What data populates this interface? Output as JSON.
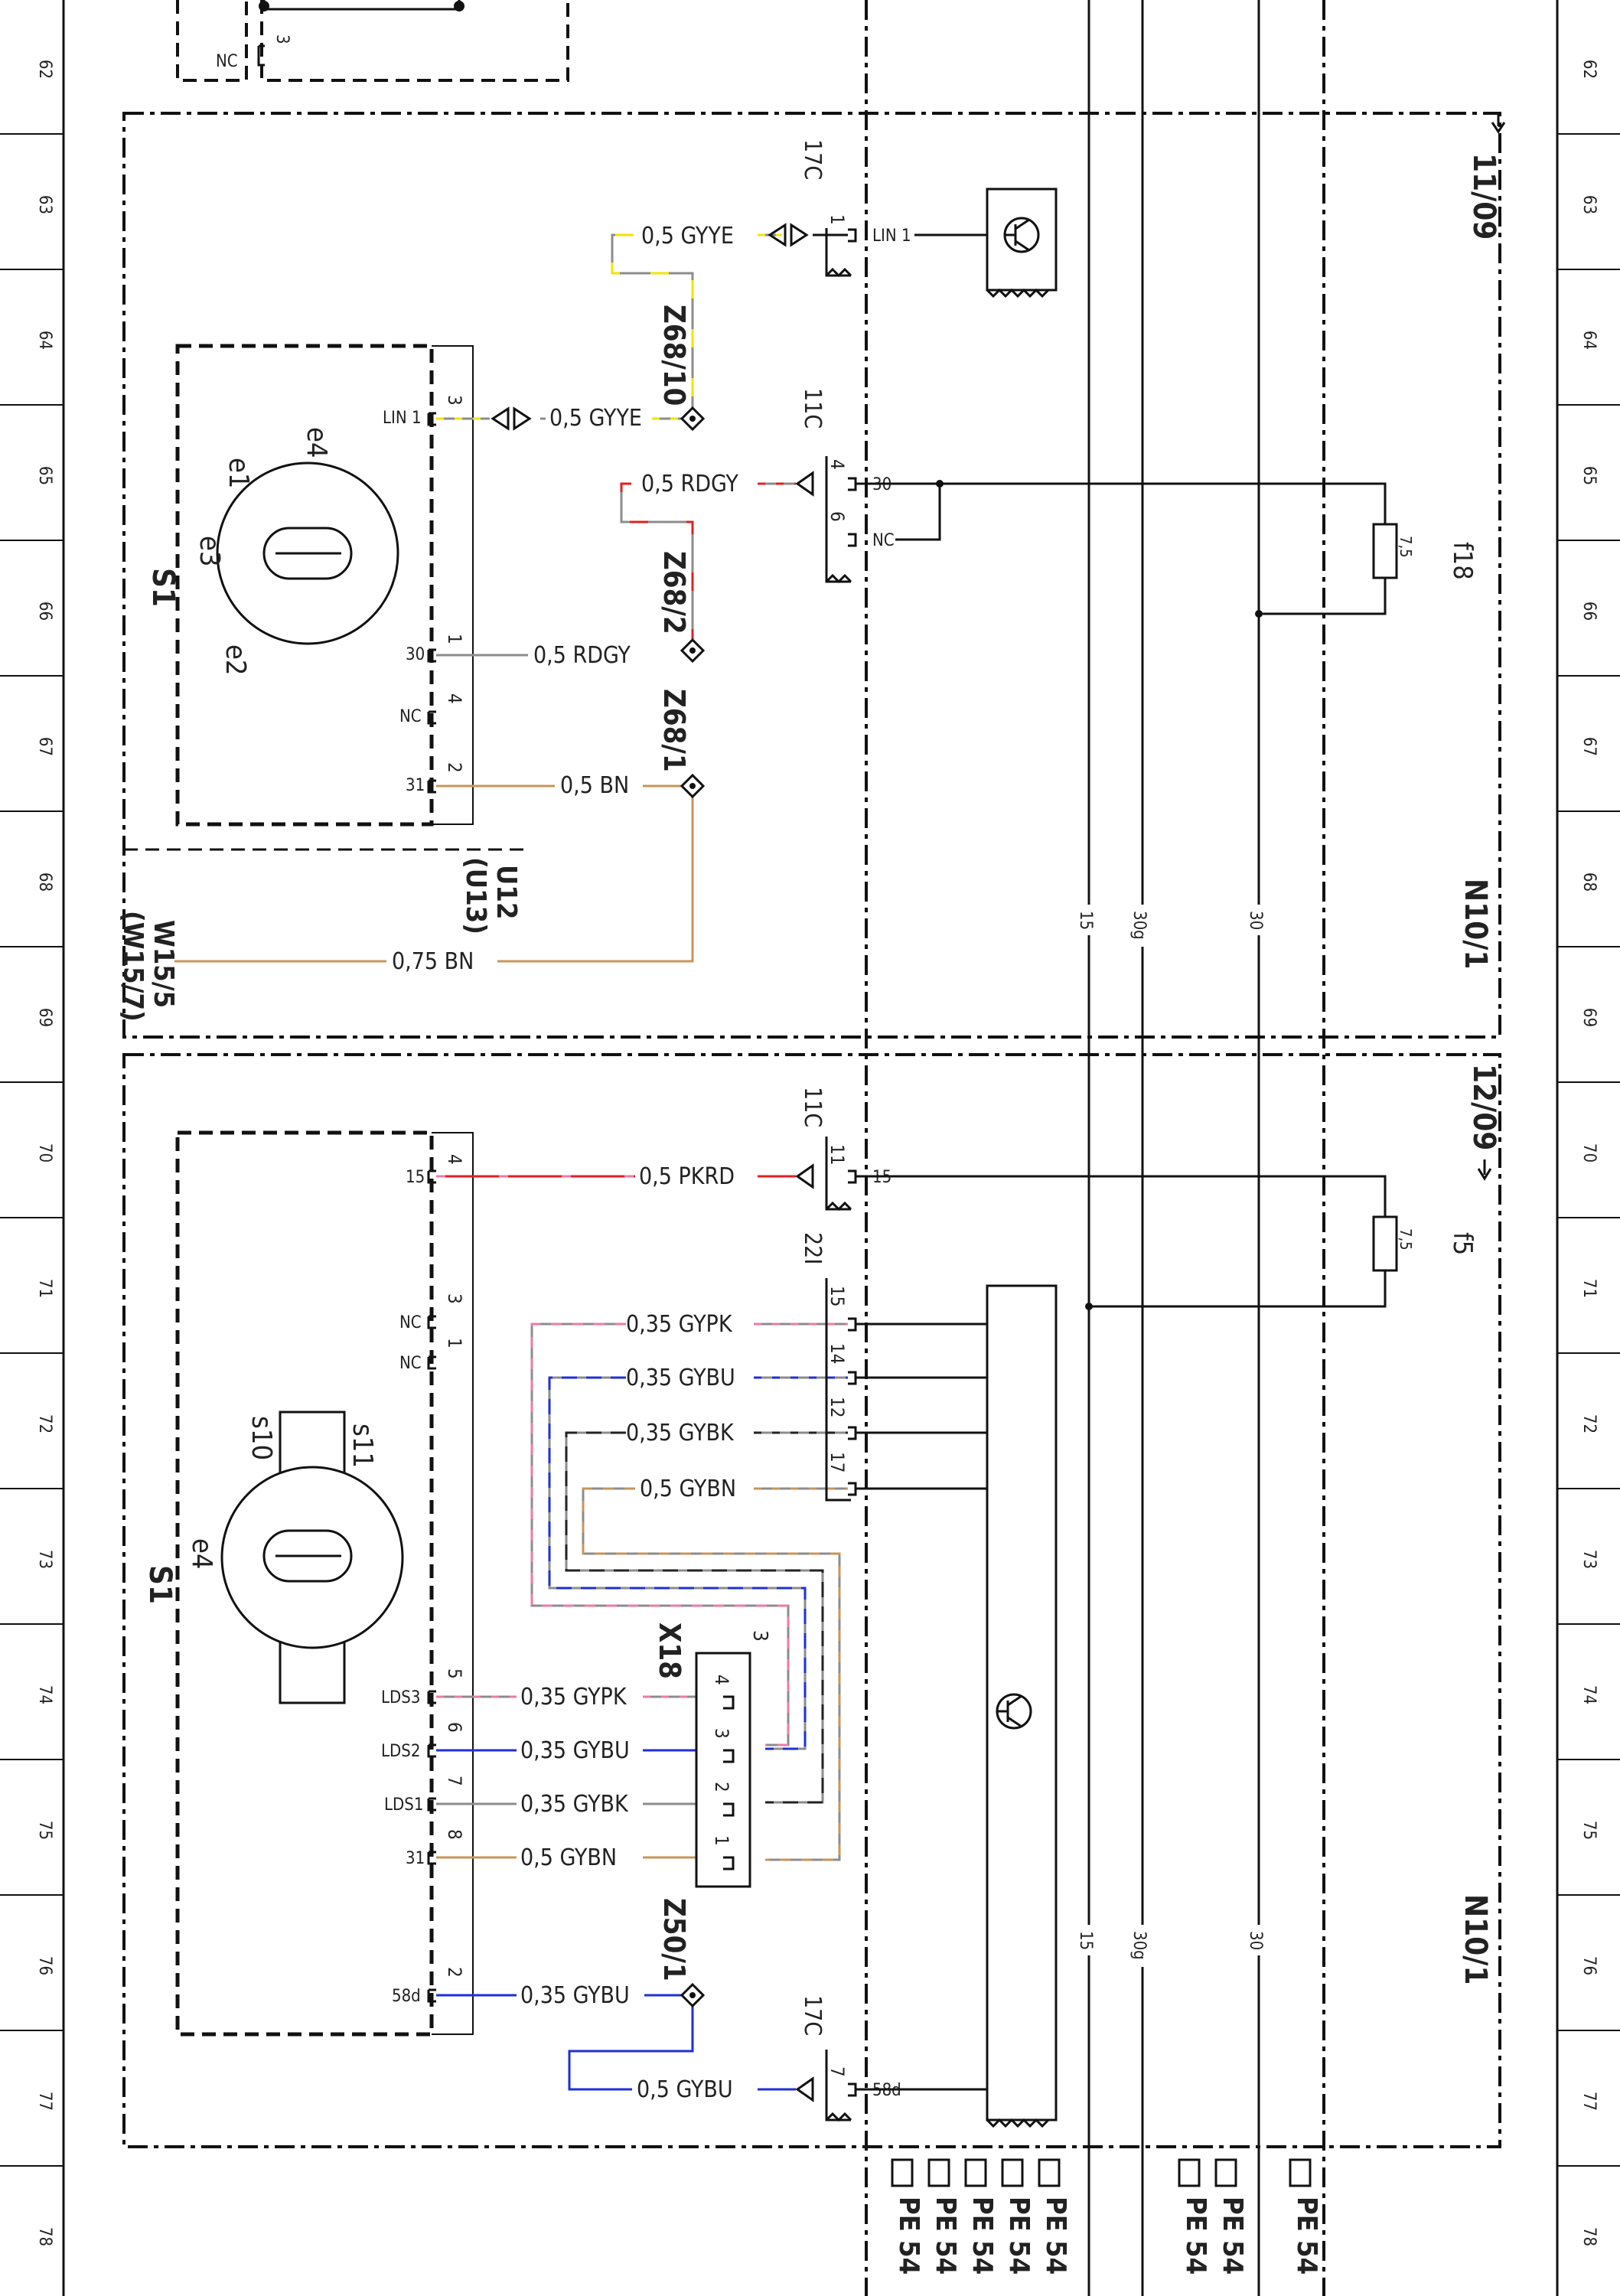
{
  "ruler": {
    "rows": [
      "62",
      "63",
      "64",
      "65",
      "66",
      "67",
      "68",
      "69",
      "70",
      "71",
      "72",
      "73",
      "74",
      "75",
      "76",
      "77",
      "78"
    ]
  },
  "header_top": {
    "nc_label": "NC",
    "pin_label": "3"
  },
  "upper_block": {
    "module_label": "N10/1",
    "crossref": "11/09",
    "switch": {
      "name": "S1",
      "positions": [
        "e4",
        "e1",
        "e3",
        "e2"
      ],
      "pins": [
        {
          "num": "3",
          "label": "LIN 1"
        },
        {
          "num": "1",
          "label": "30"
        },
        {
          "num": "4",
          "label": "NC"
        },
        {
          "num": "2",
          "label": "31"
        }
      ]
    },
    "wires": [
      {
        "text": "0,5 GYYE"
      },
      {
        "text": "0,5 GYYE"
      },
      {
        "text": "0,5 RDGY"
      },
      {
        "text": "0,5 RDGY"
      },
      {
        "text": "0,5 BN"
      },
      {
        "text": "0,75 BN"
      }
    ],
    "splices": [
      "Z68/10",
      "Z68/2",
      "Z68/1"
    ],
    "connectors": [
      {
        "name": "17C",
        "pins": [
          "1"
        ],
        "labels": [
          "LIN 1"
        ]
      },
      {
        "name": "11C",
        "pins": [
          "4",
          "6"
        ],
        "labels": [
          "30",
          "NC"
        ]
      }
    ],
    "harness": [
      "U12",
      "(U13)"
    ],
    "ground": [
      "W15/5",
      "(W15/7)"
    ],
    "fuse": {
      "name": "f18",
      "rating": "7,5"
    }
  },
  "lower_block": {
    "module_label": "N10/1",
    "crossref": "12/09",
    "switch": {
      "name": "S1",
      "positions": [
        "s10",
        "s11",
        "e4"
      ],
      "pins": [
        {
          "num": "4",
          "label": "15"
        },
        {
          "num": "3",
          "label": "NC"
        },
        {
          "num": "1",
          "label": "NC"
        },
        {
          "num": "5",
          "label": "LDS3"
        },
        {
          "num": "6",
          "label": "LDS2"
        },
        {
          "num": "7",
          "label": "LDS1"
        },
        {
          "num": "8",
          "label": "31"
        },
        {
          "num": "2",
          "label": "58d"
        }
      ]
    },
    "wires": [
      {
        "text": "0,5 PKRD"
      },
      {
        "text": "0,35 GYPK"
      },
      {
        "text": "0,35 GYBU"
      },
      {
        "text": "0,35 GYBK"
      },
      {
        "text": "0,5 GYBN"
      },
      {
        "text": "0,35 GYPK"
      },
      {
        "text": "0,35 GYBU"
      },
      {
        "text": "0,35 GYBK"
      },
      {
        "text": "0,5 GYBN"
      },
      {
        "text": "0,35 GYBU"
      },
      {
        "text": "0,5 GYBU"
      }
    ],
    "connectors": [
      {
        "name": "11C",
        "pins": [
          "11"
        ],
        "labels": [
          "15"
        ]
      },
      {
        "name": "22I",
        "pins": [
          "15",
          "14",
          "12",
          "17"
        ]
      },
      {
        "name": "17C",
        "pins": [
          "7"
        ],
        "labels": [
          "58d"
        ]
      },
      {
        "name": "X18",
        "pins": [
          "3",
          "4",
          "3",
          "2",
          "1"
        ]
      }
    ],
    "splice": "Z50/1",
    "fuse": {
      "name": "f5",
      "rating": "7,5"
    }
  },
  "bus_lines": [
    "15",
    "30g",
    "30",
    "15",
    "30g",
    "30"
  ],
  "footer": {
    "refs": [
      "PE 54",
      "PE 54",
      "PE 54",
      "PE 54",
      "PE 54",
      "PE 54",
      "PE 54",
      "PE 54"
    ]
  },
  "colors": {
    "gy": "#8c8c8c",
    "ye": "#f2e400",
    "rd": "#e02020",
    "bn": "#c8955a",
    "bu": "#1f2fd8",
    "pk": "#ee7aa8",
    "bk": "#222222"
  }
}
